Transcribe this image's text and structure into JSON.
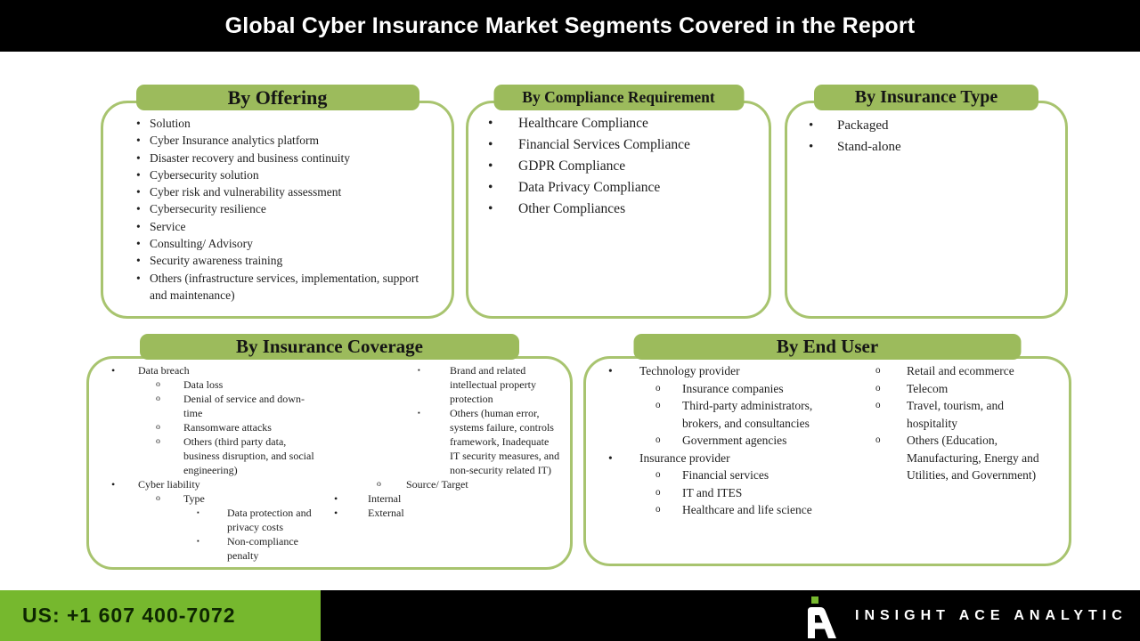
{
  "header": {
    "title": "Global Cyber Insurance Market Segments Covered in the Report"
  },
  "colors": {
    "bar_black": "#000000",
    "pill_green": "#9cbb5c",
    "box_border_green": "#a8c46f",
    "footer_green": "#76b82e",
    "body_text": "#1f1f1f",
    "title_text": "#ffffff"
  },
  "boxes": {
    "offering": {
      "title": "By Offering",
      "items": [
        {
          "m": "•",
          "ind": 0,
          "text": "Solution"
        },
        {
          "m": "•",
          "ind": 0,
          "text": "Cyber Insurance analytics platform"
        },
        {
          "m": "•",
          "ind": 0,
          "text": "Disaster recovery and business continuity"
        },
        {
          "m": "•",
          "ind": 0,
          "text": "Cybersecurity solution"
        },
        {
          "m": "•",
          "ind": 0,
          "text": "Cyber risk and vulnerability assessment"
        },
        {
          "m": "•",
          "ind": 0,
          "text": "Cybersecurity resilience"
        },
        {
          "m": "•",
          "ind": 0,
          "text": "Service"
        },
        {
          "m": "•",
          "ind": 0,
          "text": "Consulting/ Advisory"
        },
        {
          "m": "•",
          "ind": 0,
          "text": "Security awareness training"
        },
        {
          "m": "•",
          "ind": 0,
          "text": "Others (infrastructure services, implementation, support and maintenance)"
        }
      ]
    },
    "compliance": {
      "title": "By Compliance Requirement",
      "items": [
        {
          "m": "•",
          "ind": 0,
          "text": "Healthcare Compliance"
        },
        {
          "m": "•",
          "ind": 0,
          "text": "Financial Services Compliance"
        },
        {
          "m": "•",
          "ind": 0,
          "text": "GDPR Compliance"
        },
        {
          "m": "•",
          "ind": 0,
          "text": "Data Privacy Compliance"
        },
        {
          "m": "•",
          "ind": 0,
          "text": "Other Compliances"
        }
      ]
    },
    "insurance_type": {
      "title": "By Insurance Type",
      "items": [
        {
          "m": "•",
          "ind": 0,
          "text": "Packaged"
        },
        {
          "m": "•",
          "ind": 0,
          "text": "Stand-alone"
        }
      ]
    },
    "coverage": {
      "title": "By Insurance Coverage",
      "col1": [
        {
          "m": "•",
          "ind": 0,
          "text": "Data breach"
        },
        {
          "m": "o",
          "ind": 1,
          "text": "Data loss"
        },
        {
          "m": "o",
          "ind": 1,
          "text": "Denial of service and down-time"
        },
        {
          "m": "o",
          "ind": 1,
          "text": "Ransomware attacks"
        },
        {
          "m": "o",
          "ind": 1,
          "text": "Others (third party data, business disruption, and social engineering)"
        },
        {
          "m": "•",
          "ind": 0,
          "text": "Cyber liability"
        },
        {
          "m": "o",
          "ind": 1,
          "text": "Type"
        },
        {
          "m": "▪",
          "ind": 2,
          "text": "Data protection and privacy costs"
        },
        {
          "m": "▪",
          "ind": 2,
          "text": "Non-compliance penalty"
        }
      ],
      "col2": [
        {
          "m": "▪",
          "ind": 2,
          "text": "Brand and related intellectual property protection"
        },
        {
          "m": "▪",
          "ind": 2,
          "text": "Others (human error, systems failure, controls framework, Inadequate IT security measures, and non-security related IT)"
        },
        {
          "m": "o",
          "ind": 1,
          "text": "Source/ Target"
        },
        {
          "m": "•",
          "ind": 0,
          "text": "Internal"
        },
        {
          "m": "•",
          "ind": 0,
          "text": "External"
        }
      ]
    },
    "end_user": {
      "title": "By End User",
      "col1": [
        {
          "m": "•",
          "ind": 0,
          "text": "Technology provider"
        },
        {
          "m": "o",
          "ind": 1,
          "text": "Insurance companies"
        },
        {
          "m": "o",
          "ind": 1,
          "text": "Third-party administrators, brokers, and consultancies"
        },
        {
          "m": "o",
          "ind": 1,
          "text": "Government agencies"
        },
        {
          "m": "•",
          "ind": 0,
          "text": "Insurance provider"
        },
        {
          "m": "o",
          "ind": 1,
          "text": "Financial services"
        },
        {
          "m": "o",
          "ind": 1,
          "text": "IT and ITES"
        },
        {
          "m": "o",
          "ind": 1,
          "text": "Healthcare and life science"
        }
      ],
      "col2": [
        {
          "m": "o",
          "ind": 1,
          "text": "Retail and ecommerce"
        },
        {
          "m": "o",
          "ind": 1,
          "text": "Telecom"
        },
        {
          "m": "o",
          "ind": 1,
          "text": "Travel, tourism, and hospitality"
        },
        {
          "m": "o",
          "ind": 1,
          "text": "Others (Education, Manufacturing, Energy and Utilities, and Government)"
        }
      ]
    }
  },
  "footer": {
    "phone": "US: +1 607 400-7072",
    "brand": "INSIGHT ACE ANALYTIC"
  }
}
